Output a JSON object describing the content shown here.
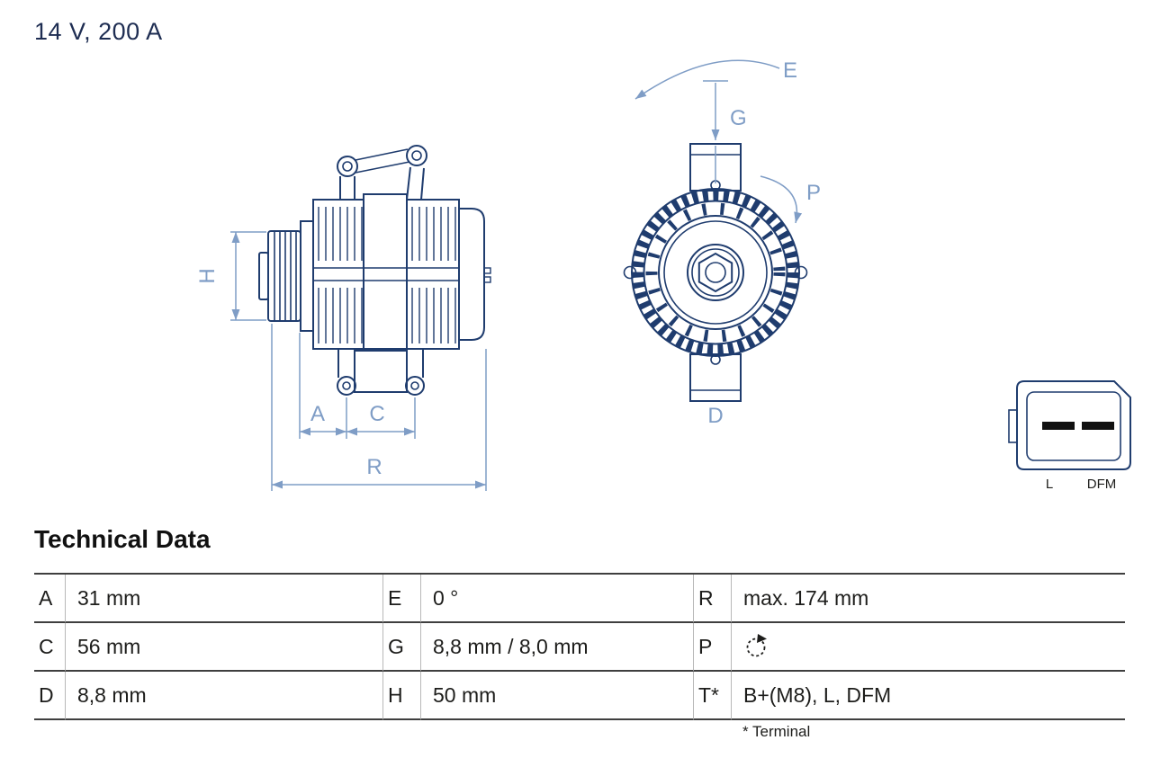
{
  "title": "14 V, 200 A",
  "section_heading": "Technical Data",
  "footnote": "* Terminal",
  "diagram": {
    "labels": {
      "H": "H",
      "A": "A",
      "C": "C",
      "R": "R",
      "E": "E",
      "G": "G",
      "P": "P",
      "D": "D"
    },
    "connector": {
      "pins": [
        "L",
        "DFM"
      ]
    }
  },
  "colors": {
    "outline": "#1f3c6e",
    "dimension": "#7f9dc6",
    "table_line": "#3f3f3f",
    "text": "#1d1d1b"
  },
  "table": {
    "rows": [
      {
        "cells": [
          {
            "label": "A",
            "value": "31 mm"
          },
          {
            "label": "E",
            "value": "0 °"
          },
          {
            "label": "R",
            "value": "max. 174 mm"
          }
        ]
      },
      {
        "cells": [
          {
            "label": "C",
            "value": "56 mm"
          },
          {
            "label": "G",
            "value": "8,8 mm / 8,0 mm"
          },
          {
            "label": "P",
            "value": "",
            "icon": "rotation-direction-icon"
          }
        ]
      },
      {
        "cells": [
          {
            "label": "D",
            "value": "8,8 mm"
          },
          {
            "label": "H",
            "value": "50 mm"
          },
          {
            "label": "T*",
            "value": "B+(M8), L, DFM"
          }
        ]
      }
    ]
  }
}
